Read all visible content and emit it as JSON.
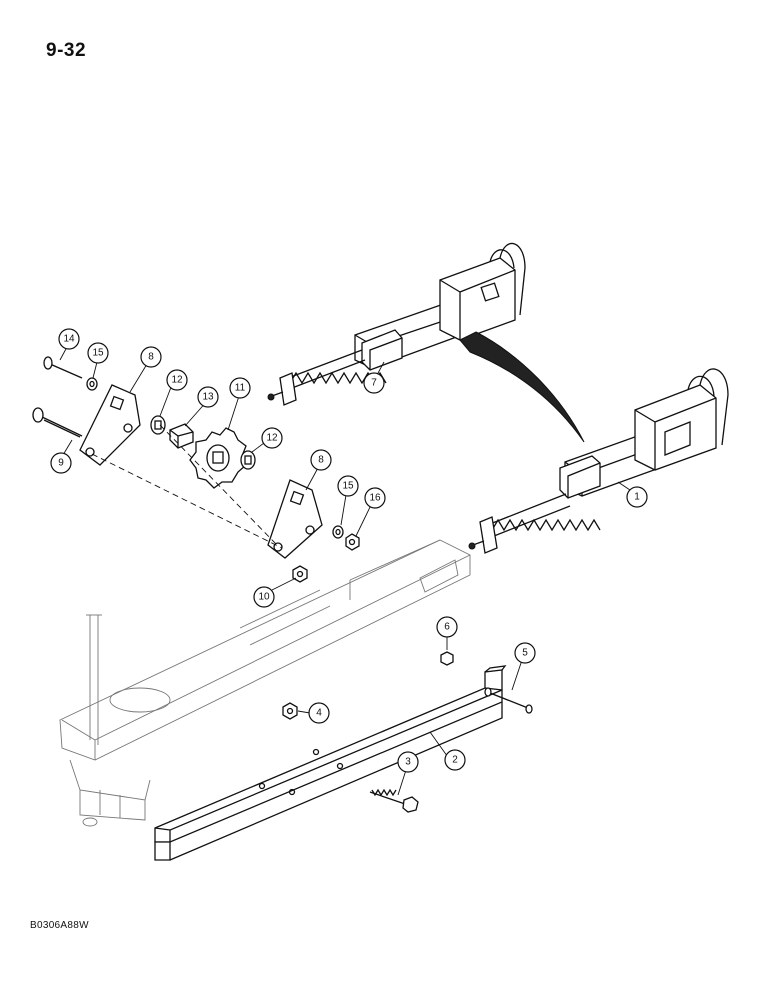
{
  "page": {
    "number": "9-32",
    "figure_code": "B0306A88W"
  },
  "callouts": {
    "c1": "1",
    "c2": "2",
    "c3": "3",
    "c4": "4",
    "c5": "5",
    "c6": "6",
    "c7": "7",
    "c8a": "8",
    "c8b": "8",
    "c9": "9",
    "c10": "10",
    "c11": "11",
    "c12a": "12",
    "c12b": "12",
    "c13": "13",
    "c14": "14",
    "c15a": "15",
    "c15b": "15",
    "c16": "16"
  }
}
